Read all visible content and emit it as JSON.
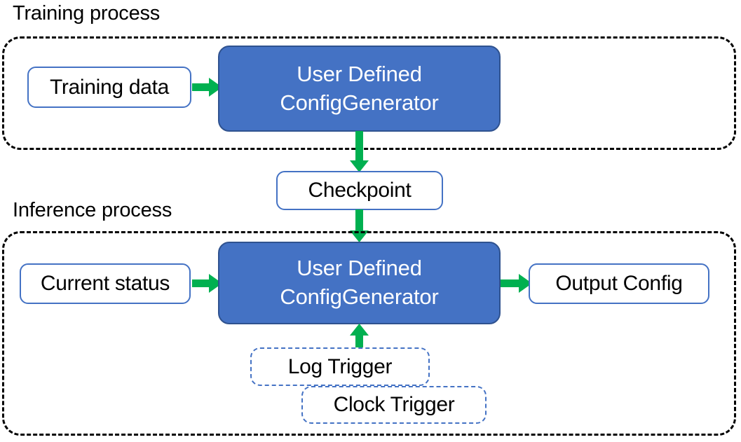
{
  "diagram": {
    "title_training": "Training process",
    "title_inference": "Inference process",
    "colors": {
      "process_fill": "#4472C4",
      "process_stroke": "#2F528F",
      "node_border": "#4472C4",
      "arrow": "#00B050",
      "container_border": "#000000",
      "text_light": "#FFFFFF",
      "text_dark": "#000000"
    }
  },
  "training": {
    "label": "Training process",
    "input": {
      "label": "Training data"
    },
    "processor": {
      "line1": "User Defined",
      "line2": "ConfigGenerator"
    }
  },
  "checkpoint": {
    "label": "Checkpoint"
  },
  "inference": {
    "label": "Inference process",
    "input": {
      "label": "Current status"
    },
    "processor": {
      "line1": "User Defined",
      "line2": "ConfigGenerator"
    },
    "output": {
      "label": "Output Config"
    },
    "triggers": [
      {
        "label": "Log Trigger"
      },
      {
        "label": "Clock Trigger"
      }
    ]
  },
  "arrows": [
    {
      "name": "training-data-to-processor",
      "direction": "right"
    },
    {
      "name": "processor-to-checkpoint",
      "direction": "down"
    },
    {
      "name": "checkpoint-to-inference-processor",
      "direction": "down"
    },
    {
      "name": "current-status-to-processor",
      "direction": "right"
    },
    {
      "name": "processor-to-output-config",
      "direction": "right"
    },
    {
      "name": "triggers-to-processor",
      "direction": "up"
    }
  ]
}
